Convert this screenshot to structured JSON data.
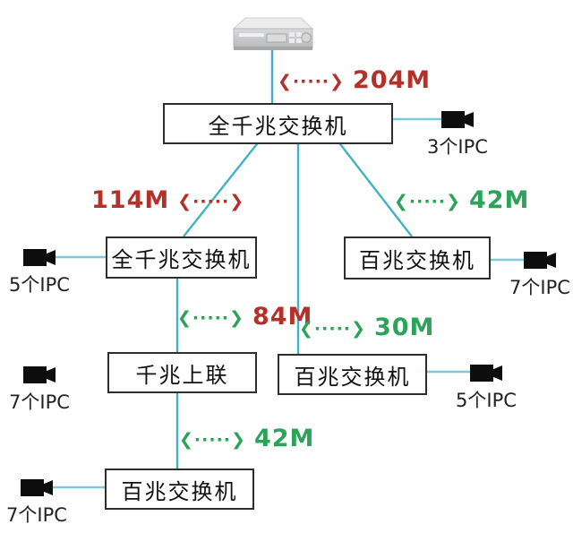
{
  "colors": {
    "bandwidth_red": "#b43029",
    "bandwidth_green": "#2ba45a",
    "trunk_line": "#3fb3c4",
    "camera_line": "#7ccbd9",
    "box_border": "#2e2e2e",
    "camera_icon": "#0d0d0d"
  },
  "arrow": "❮·····❯",
  "switches": {
    "top": "全千兆交换机",
    "left": "全千兆交换机",
    "right_upper": "百兆交换机",
    "uplink": "千兆上联",
    "right_lower": "百兆交换机",
    "bottom": "百兆交换机"
  },
  "cameras": {
    "top_right": "3个IPC",
    "mid_left": "5个IPC",
    "mid_right": "7个IPC",
    "lower_left": "7个IPC",
    "lower_right": "5个IPC",
    "bottom_left": "7个IPC"
  },
  "bandwidth": {
    "server_link": "204M",
    "left_branch": "114M",
    "right_branch": "42M",
    "uplink_link": "84M",
    "right_lower_link": "30M",
    "bottom_link": "42M"
  }
}
